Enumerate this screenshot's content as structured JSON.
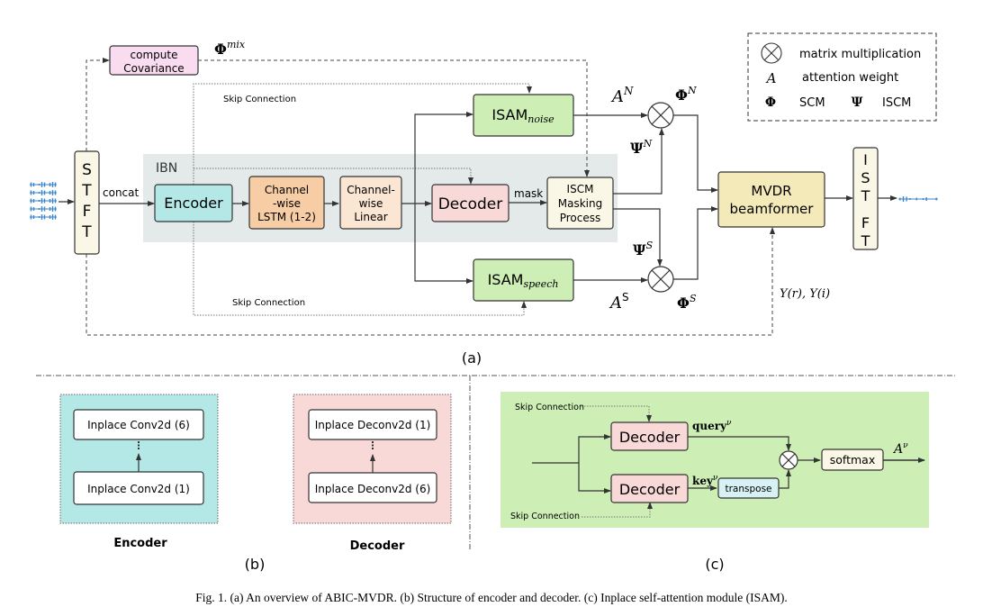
{
  "figure": {
    "caption": "Fig. 1.  (a) An overview of ABIC-MVDR. (b) Structure of encoder and decoder. (c) Inplace self-attention module (ISAM).",
    "colors": {
      "covariance_fill": "#f9dcef",
      "ibn_region": "#e4e9ea",
      "encoder_fill": "#b4e8e6",
      "lstm_fill": "#f6cda4",
      "linear_fill": "#fbe6d4",
      "decoder_fill": "#f9d9d8",
      "isam_fill": "#cdeeb4",
      "iscm_fill": "#fbf7e6",
      "mvdr_fill": "#f4e9b9",
      "stft_fill": "#fbf7e6",
      "waveform": "#3a86c8",
      "panel_c_bg": "#cdeeb4",
      "transpose_fill": "#d8f1f4"
    }
  },
  "panel_a": {
    "label": "(a)",
    "stft_letters": [
      "S",
      "T",
      "F",
      "T"
    ],
    "istft_letters": [
      "I",
      "S",
      "T",
      "F",
      "T"
    ],
    "concat": "concat",
    "covariance": [
      "compute",
      "Covariance"
    ],
    "phi_mix_base": "Φ",
    "phi_mix_sup": "mix",
    "skip_top": "Skip Connection",
    "skip_bottom": "Skip Connection",
    "ibn": "IBN",
    "encoder": "Encoder",
    "lstm": [
      "Channel",
      "-wise",
      "LSTM (1-2)"
    ],
    "linear": [
      "Channel-",
      "wise",
      "Linear"
    ],
    "decoder": "Decoder",
    "mask": "mask",
    "iscm": [
      "ISCM",
      "Masking",
      "Process"
    ],
    "isam_noise_base": "ISAM",
    "isam_noise_sub": "noise",
    "isam_speech_base": "ISAM",
    "isam_speech_sub": "speech",
    "a_n_base": "A",
    "a_n_sup": "N",
    "a_s_base": "A",
    "a_s_sup": "S",
    "psi_n_base": "Ψ",
    "psi_n_sup": "N",
    "psi_s_base": "Ψ",
    "psi_s_sup": "S",
    "phi_n_base": "Φ",
    "phi_n_sup": "N",
    "phi_s_base": "Φ",
    "phi_s_sup": "S",
    "mvdr": [
      "MVDR",
      "beamformer"
    ],
    "y_label": "Y(r), Y(i)"
  },
  "legend": {
    "items": [
      {
        "symbol": "⊗",
        "text": "matrix multiplication"
      },
      {
        "symbol": "A",
        "text": "attention weight"
      },
      {
        "symbol": "Φ",
        "text": "SCM"
      },
      {
        "symbol": "Ψ",
        "text": "ISCM"
      }
    ]
  },
  "panel_b": {
    "label": "(b)",
    "encoder_title": "Encoder",
    "decoder_title": "Decoder",
    "encoder_top": "Inplace Conv2d (6)",
    "encoder_bottom": "Inplace Conv2d (1)",
    "decoder_top": "Inplace Deconv2d (1)",
    "decoder_bottom": "Inplace Deconv2d (6)"
  },
  "panel_c": {
    "label": "(c)",
    "skip_top": "Skip Connection",
    "skip_bottom": "Skip Connection",
    "decoder_top": "Decoder",
    "decoder_bottom": "Decoder",
    "query_base": "query",
    "query_sup": "ν",
    "key_base": "key",
    "key_sup": "ν",
    "transpose": "transpose",
    "softmax": "softmax",
    "a_nu_base": "A",
    "a_nu_sup": "ν"
  }
}
